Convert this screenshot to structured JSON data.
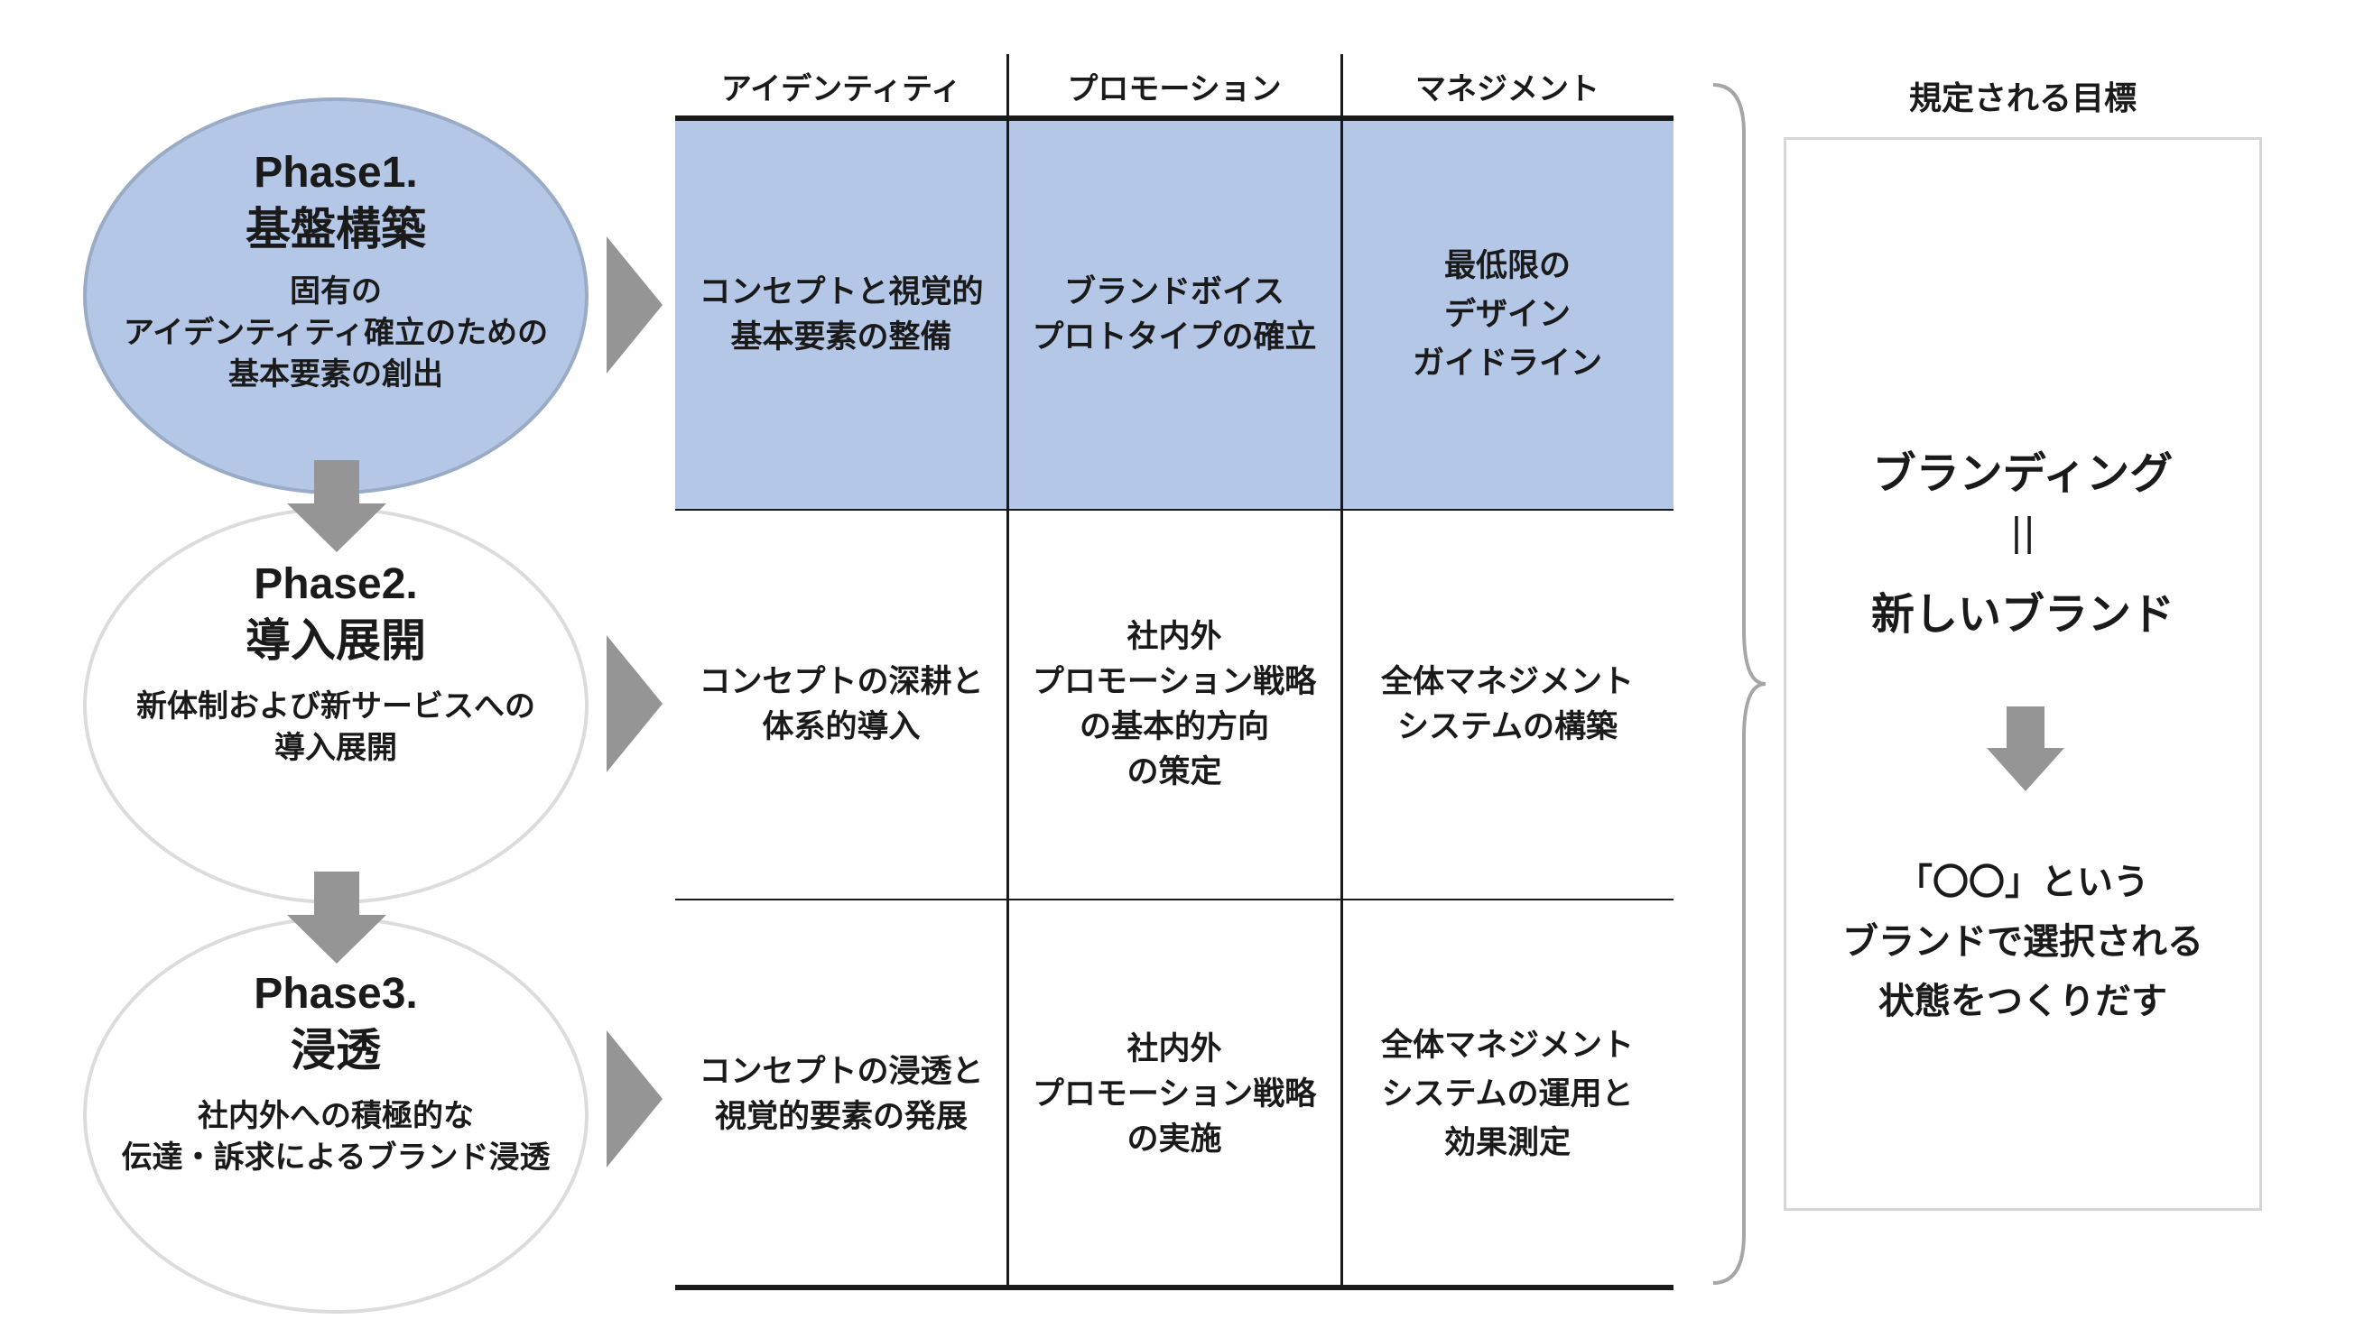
{
  "phases": [
    {
      "title": "Phase1.",
      "subtitle": "基盤構築",
      "description": "固有の\nアイデンティティ確立のための\n基本要素の創出",
      "active": true
    },
    {
      "title": "Phase2.",
      "subtitle": "導入展開",
      "description": "新体制および新サービスへの\n導入展開",
      "active": false
    },
    {
      "title": "Phase3.",
      "subtitle": "浸透",
      "description": "社内外への積極的な\n伝達・訴求によるブランド浸透",
      "active": false
    }
  ],
  "columns": [
    "アイデンティティ",
    "プロモーション",
    "マネジメント"
  ],
  "rows": [
    [
      "コンセプトと視覚的\n基本要素の整備",
      "ブランドボイス\nプロトタイプの確立",
      "最低限の\nデザイン\nガイドライン"
    ],
    [
      "コンセプトの深耕と\n体系的導入",
      "社内外\nプロモーション戦略\nの基本的方向\nの策定",
      "全体マネジメント\nシステムの構築"
    ],
    [
      "コンセプトの浸透と\n視覚的要素の発展",
      "社内外\nプロモーション戦略\nの実施",
      "全体マネジメント\nシステムの運用と\n効果測定"
    ]
  ],
  "goal": {
    "title": "規定される目標",
    "line1": "ブランディング",
    "equals": "||",
    "line2": "新しいブランド",
    "outcome": "「〇〇」という\nブランドで選択される\n状態をつくりだす"
  },
  "colors": {
    "active_fill": "#b4c7e7",
    "arrow": "#959595",
    "text": "#1a1a1a"
  }
}
